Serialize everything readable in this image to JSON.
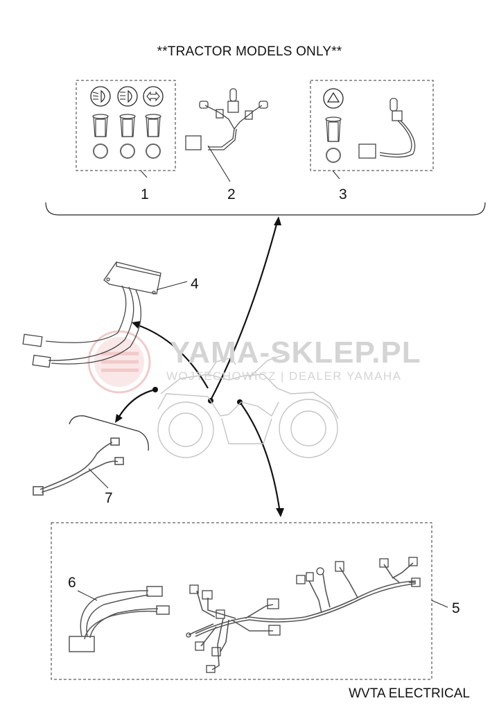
{
  "title": "**TRACTOR MODELS ONLY**",
  "footer": "WVTA ELECTRICAL",
  "watermark": {
    "brand": "YAMA-SKLEP.PL",
    "tagline": "WOJTECHOWICZ | DEALER YAMAHA"
  },
  "callouts": [
    "1",
    "2",
    "3",
    "4",
    "5",
    "6",
    "7"
  ],
  "colors": {
    "line": "#111111",
    "part": "#555555",
    "watermark": "#d4d4d4",
    "logo": "#e8a0a0"
  }
}
